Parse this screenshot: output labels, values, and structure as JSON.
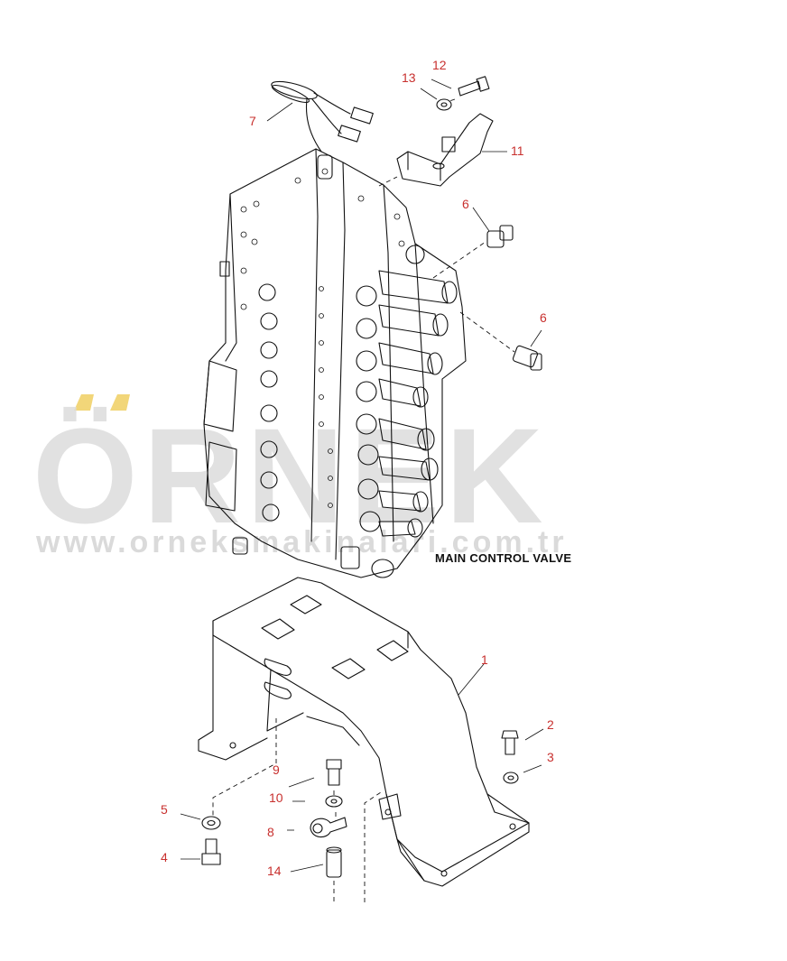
{
  "caption": "MAIN CONTROL VALVE",
  "watermark": {
    "word": "ÖRNEK",
    "url": "www.orneksmakinalari.com.tr"
  },
  "callouts": [
    {
      "id": "12",
      "label": "12"
    },
    {
      "id": "13",
      "label": "13"
    },
    {
      "id": "7",
      "label": "7"
    },
    {
      "id": "11",
      "label": "11"
    },
    {
      "id": "6a",
      "label": "6"
    },
    {
      "id": "6b",
      "label": "6"
    },
    {
      "id": "1",
      "label": "1"
    },
    {
      "id": "2",
      "label": "2"
    },
    {
      "id": "3",
      "label": "3"
    },
    {
      "id": "9",
      "label": "9"
    },
    {
      "id": "10",
      "label": "10"
    },
    {
      "id": "8",
      "label": "8"
    },
    {
      "id": "5",
      "label": "5"
    },
    {
      "id": "4",
      "label": "4"
    },
    {
      "id": "14",
      "label": "14"
    }
  ],
  "colors": {
    "callout": "#c8302e",
    "line": "#111111",
    "watermark": "#dcdcdc",
    "watermark_accent": "#f2d679"
  }
}
